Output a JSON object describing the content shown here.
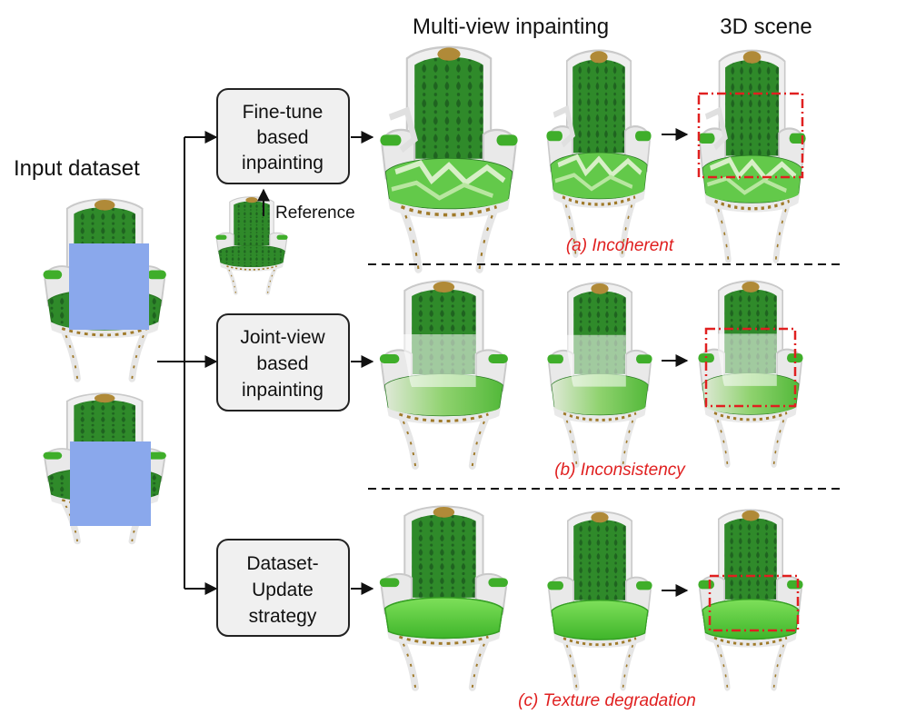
{
  "headers": {
    "input": "Input dataset",
    "multiview": "Multi-view inpainting",
    "scene": "3D scene"
  },
  "methods": [
    {
      "id": "finetune",
      "lines": [
        "Fine-tune",
        "based",
        "inpainting"
      ],
      "caption": "(a) Incoherent"
    },
    {
      "id": "jointview",
      "lines": [
        "Joint-view",
        "based",
        "inpainting"
      ],
      "caption": "(b) Inconsistency"
    },
    {
      "id": "dataset",
      "lines": [
        "Dataset-",
        "Update",
        "strategy"
      ],
      "caption": "(c) Texture degradation"
    }
  ],
  "reference_label": "Reference",
  "colors": {
    "caption": "#e02020",
    "highlight": "#e02020",
    "mask": "#8aa8ec",
    "box_fill": "#f0f0f0",
    "chair_green": "#3fae2a",
    "chair_frame": "#e6e6e6",
    "chair_gold": "#a07a2a"
  }
}
